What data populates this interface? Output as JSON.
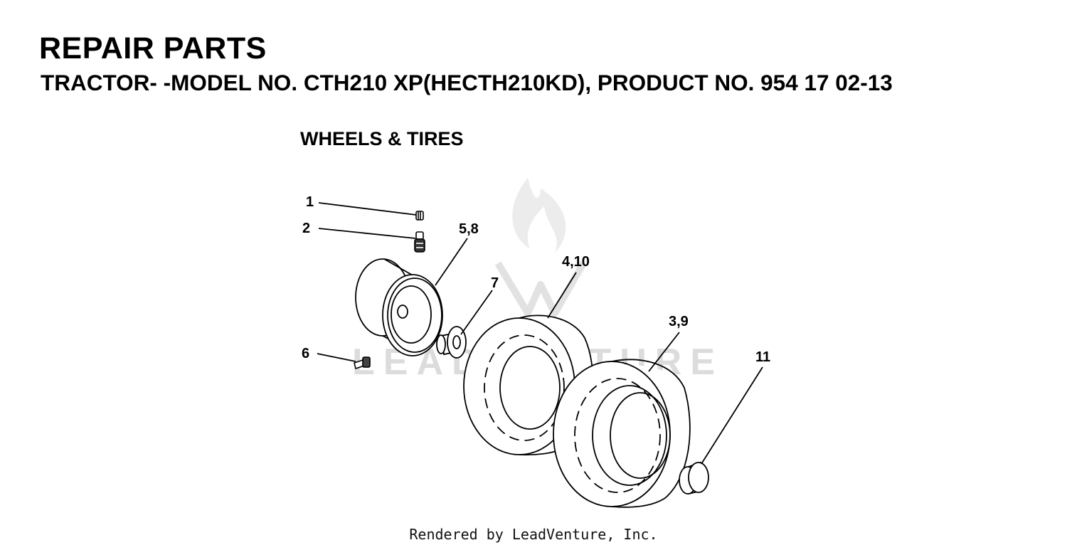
{
  "header": {
    "title": "REPAIR PARTS",
    "subtitle": "TRACTOR- -MODEL NO. CTH210 XP(HECTH210KD), PRODUCT NO. 954 17 02-13"
  },
  "section_title": "WHEELS & TIRES",
  "callouts": {
    "c1": "1",
    "c2": "2",
    "c58": "5,8",
    "c410": "4,10",
    "c7": "7",
    "c39": "3,9",
    "c6": "6",
    "c11": "11"
  },
  "watermark": {
    "text": "LEADVENTURE",
    "color": "#dcdcdc"
  },
  "footer": "Rendered by LeadVenture, Inc."
}
